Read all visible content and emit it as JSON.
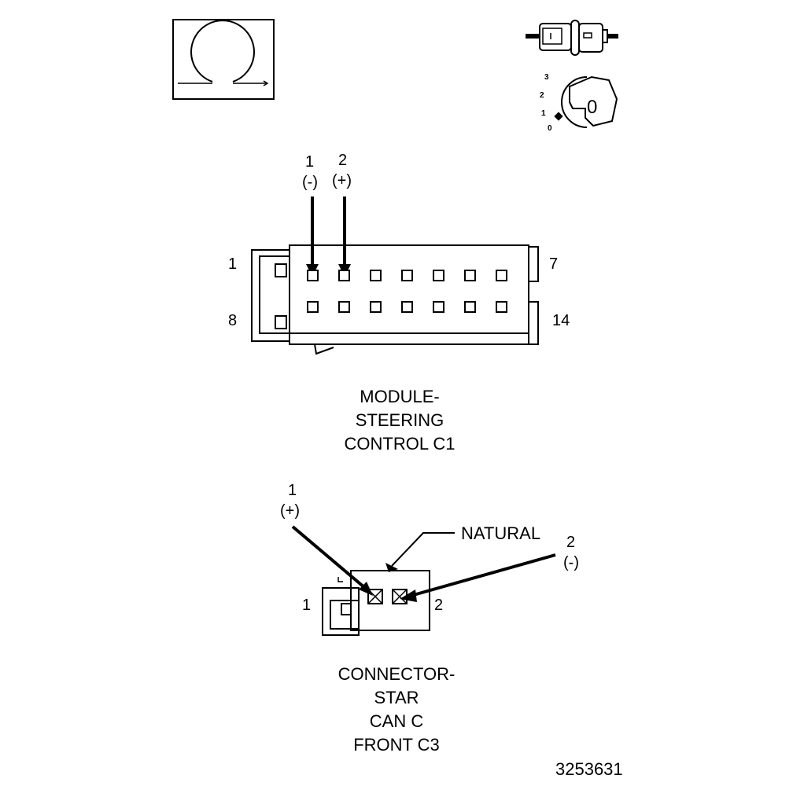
{
  "symbols": {
    "ohmmeter": {
      "icon": "ohm-symbol-icon"
    },
    "connector_disconnect": {
      "icon": "connector-disconnect-icon"
    },
    "ignition_switch": {
      "icon": "ignition-key-icon",
      "positions": [
        "3",
        "2",
        "1",
        "0"
      ],
      "key_label": "0"
    }
  },
  "module_connector": {
    "pin_left_top": "1",
    "pin_left_bottom": "8",
    "pin_right_top": "7",
    "pin_right_bottom": "14",
    "probe_a": {
      "num": "1",
      "polarity": "(-)"
    },
    "probe_b": {
      "num": "2",
      "polarity": "(+)"
    },
    "caption": [
      "MODULE-",
      "STEERING",
      "CONTROL C1"
    ]
  },
  "star_connector": {
    "probe_a": {
      "num": "1",
      "polarity": "(+)"
    },
    "probe_b": {
      "num": "2",
      "polarity": "(-)"
    },
    "color_label": "NATURAL",
    "pin_left": "1",
    "pin_right": "2",
    "caption": [
      "CONNECTOR-",
      "STAR",
      "CAN C",
      "FRONT C3"
    ]
  },
  "figure_number": "3253631"
}
